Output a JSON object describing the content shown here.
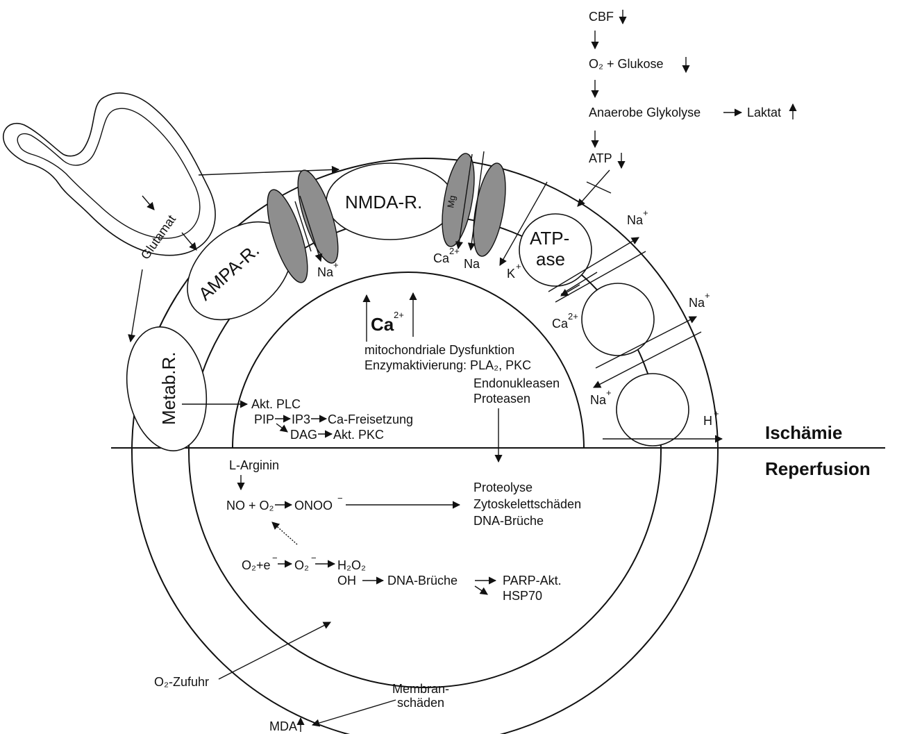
{
  "cascade": {
    "cbf": "CBF",
    "o2_glucose": "O₂ + Glukose",
    "glycolysis": "Anaerobe Glykolyse",
    "lactate": "Laktat",
    "atp": "ATP"
  },
  "receptors": {
    "nmda": "NMDA-R.",
    "ampa": "AMPA-R.",
    "metab": "Metab.R.",
    "atpase_line1": "ATP-",
    "atpase_line2": "ase",
    "mg": "Mg"
  },
  "neurotransmitter": {
    "glutamate": "Glutamat"
  },
  "ions": {
    "na": "Na",
    "ca": "Ca",
    "k": "K",
    "h": "H",
    "charge_plus": "+",
    "charge_2plus": "2+"
  },
  "intracellular": {
    "calcium": "Ca",
    "mito": "mitochondriale Dysfunktion",
    "enzyme": "Enzymaktivierung: PLA₂, PKC",
    "endonuclease": "Endonukleasen",
    "proteases": "Proteasen",
    "plc": "Akt. PLC",
    "pip": "PIP",
    "ip3": "IP3",
    "ca_release": "Ca-Freisetzung",
    "dag": "DAG",
    "pkc": "Akt. PKC"
  },
  "phases": {
    "ischemia": "Ischämie",
    "reperfusion": "Reperfusion"
  },
  "reperfusion": {
    "arginine": "L-Arginin",
    "no_reaction": "NO + O₂",
    "oxidant": "ONOO",
    "proteolysis": "Proteolyse",
    "cytoskeleton": "Zytoskelettschäden",
    "dna_breaks": "DNA-Brüche",
    "o2_e": "O₂+e",
    "superoxide": "O₂",
    "h2o2": "H₂O₂",
    "oh": "OH",
    "dna_breaks2": "DNA-Brüche",
    "parp": "PARP-Akt.",
    "hsp70": "HSP70",
    "o2_supply": "O₂-Zufuhr",
    "membrane1": "Membran-",
    "membrane2": "schäden",
    "mda": "MDA"
  },
  "colors": {
    "ink": "#111111",
    "channel_fill": "#8e8e8e",
    "background": "#ffffff"
  }
}
